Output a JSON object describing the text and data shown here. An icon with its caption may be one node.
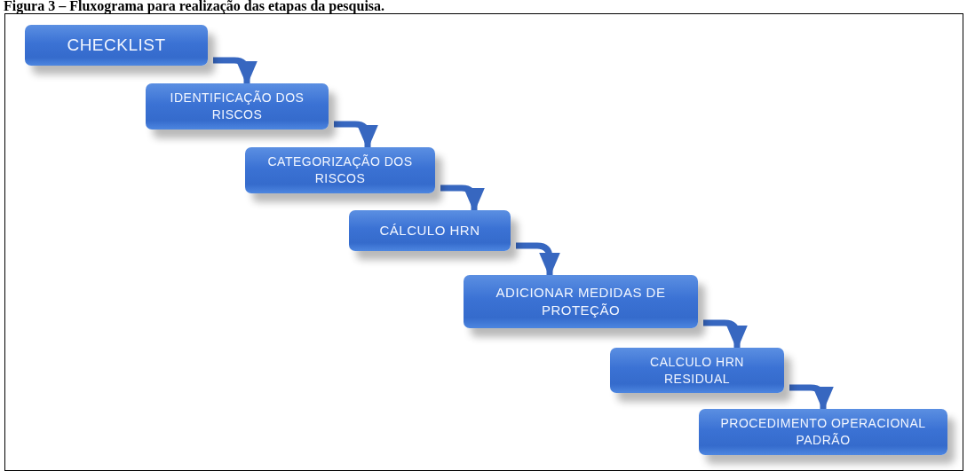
{
  "diagram": {
    "title": "Figura 3 – Fluxograma para realização das etapas da pesquisa.",
    "nodes": [
      {
        "text": [
          "CHECKLIST"
        ]
      },
      {
        "text": [
          "IDENTIFICAÇÃO DOS RISCOS"
        ]
      },
      {
        "text": [
          "CATEGORIZAÇÃO DOS RISCOS"
        ]
      },
      {
        "text": [
          "CÁLCULO HRN"
        ]
      },
      {
        "text": [
          "ADICIONAR MEDIDAS DE PROTEÇÃO"
        ]
      },
      {
        "text": [
          "CALCULO HRN RESIDUAL"
        ]
      },
      {
        "text": [
          "PROCEDIMENTO OPERACIONAL PADRÃO"
        ]
      }
    ],
    "edges": [
      {
        "from": 0,
        "to": 1,
        "arrow": "to"
      },
      {
        "from": 1,
        "to": 2,
        "arrow": "to"
      },
      {
        "from": 2,
        "to": 3,
        "arrow": "to"
      },
      {
        "from": 3,
        "to": 4,
        "arrow": "to"
      },
      {
        "from": 4,
        "to": 5,
        "arrow": "to"
      },
      {
        "from": 5,
        "to": 6,
        "arrow": "to"
      }
    ]
  }
}
